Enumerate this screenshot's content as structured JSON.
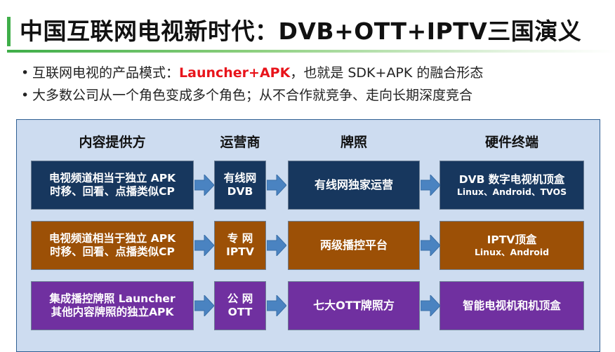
{
  "slide": {
    "title": "中国互联网电视新时代：DVB+OTT+IPTV三国演义",
    "bullets": [
      {
        "before": "互联网电视的产品模式：",
        "highlight": "Launcher+APK",
        "after": "，也就是 SDK+APK 的融合形态"
      },
      {
        "text": "大多数公司从一个角色变成多个角色；从不合作就竞争、走向长期深度竞合"
      }
    ],
    "bullet_glyph": "•"
  },
  "columns": [
    "内容提供方",
    "运营商",
    "牌照",
    "硬件终端"
  ],
  "rows": [
    {
      "color": "#17375e",
      "content": [
        "电视频道相当于独立 APK",
        "时移、回看、点播类似CP"
      ],
      "operator": [
        "有线网",
        "DVB"
      ],
      "license": "有线网独家运营",
      "hardware_title": "DVB 数字电视机顶盒",
      "hardware_sub": "Linux、Android、TVOS"
    },
    {
      "color": "#9c5006",
      "content": [
        "电视频道相当于独立 APK",
        "时移、回看、点播类似CP"
      ],
      "operator": [
        "专  网",
        "IPTV"
      ],
      "license": "两级播控平台",
      "hardware_title": "IPTV顶盒",
      "hardware_sub": "Linux、Android"
    },
    {
      "color": "#7030a0",
      "content": [
        "集成播控牌照  Launcher",
        "其他内容牌照的独立APK"
      ],
      "operator": [
        "公  网",
        "OTT"
      ],
      "license": "七大OTT牌照方",
      "hardware_title": "智能电视机和机顶盒",
      "hardware_sub": ""
    }
  ],
  "colors": {
    "accent": "#3fae49",
    "panel": "#cddcf0",
    "arrow": "#4a83c1",
    "highlight": "#e8141b"
  }
}
